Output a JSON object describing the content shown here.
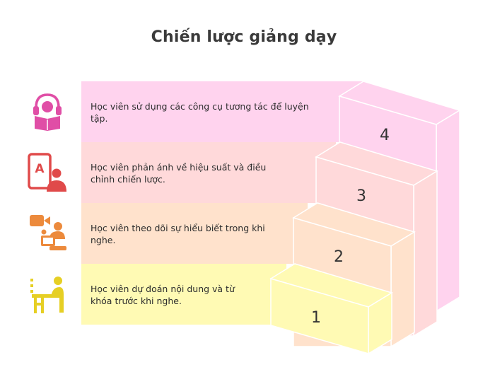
{
  "title": "Chiến lược giảng dạy",
  "steps": [
    {
      "number": "1",
      "text": "Học viên dự đoán nội dung và từ khóa trước khi nghe.",
      "icon": "student-desk-icon",
      "color": "#fffab4"
    },
    {
      "number": "2",
      "text": "Học viên theo dõi sự hiểu biết trong khi nghe.",
      "icon": "video-call-learner-icon",
      "color": "#ffe2cc"
    },
    {
      "number": "3",
      "text": "Học viên phản ánh về hiệu suất và điều chỉnh chiến lược.",
      "icon": "quiz-answer-icon",
      "color": "#ffd9da"
    },
    {
      "number": "4",
      "text": "Học viên sử dụng các công cụ tương tác để luyện tập.",
      "icon": "headphones-book-icon",
      "color": "#ffd3ee"
    }
  ],
  "colors": {
    "icon_yellow": "#e6cf24",
    "icon_orange": "#ec8a3c",
    "icon_red": "#e04a4a",
    "icon_pink": "#e04ea6"
  }
}
